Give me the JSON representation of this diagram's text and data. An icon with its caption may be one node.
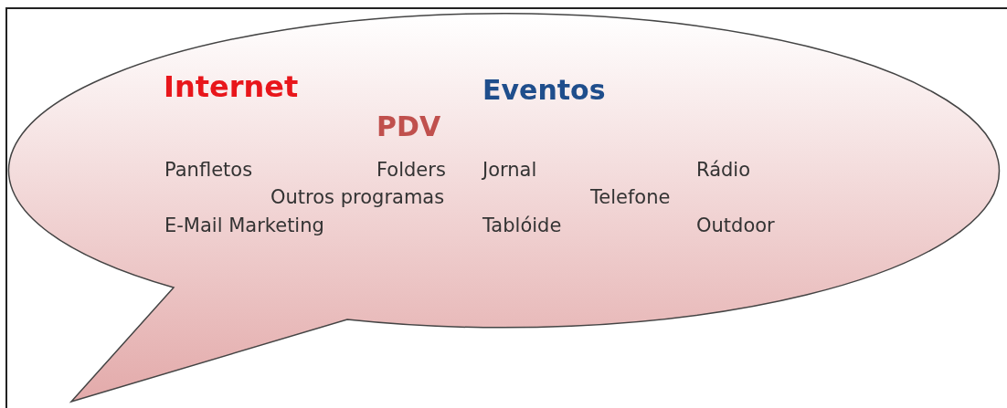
{
  "diagram": {
    "nodes": [
      {
        "text": [
          "Internet",
          "Eventos",
          "PDV",
          "Panfletos",
          "Folders",
          "Jornal",
          "Rádio",
          "Outros programas",
          "Telefone",
          "E-Mail Marketing",
          "Tablóide",
          "Outdoor"
        ]
      }
    ]
  }
}
